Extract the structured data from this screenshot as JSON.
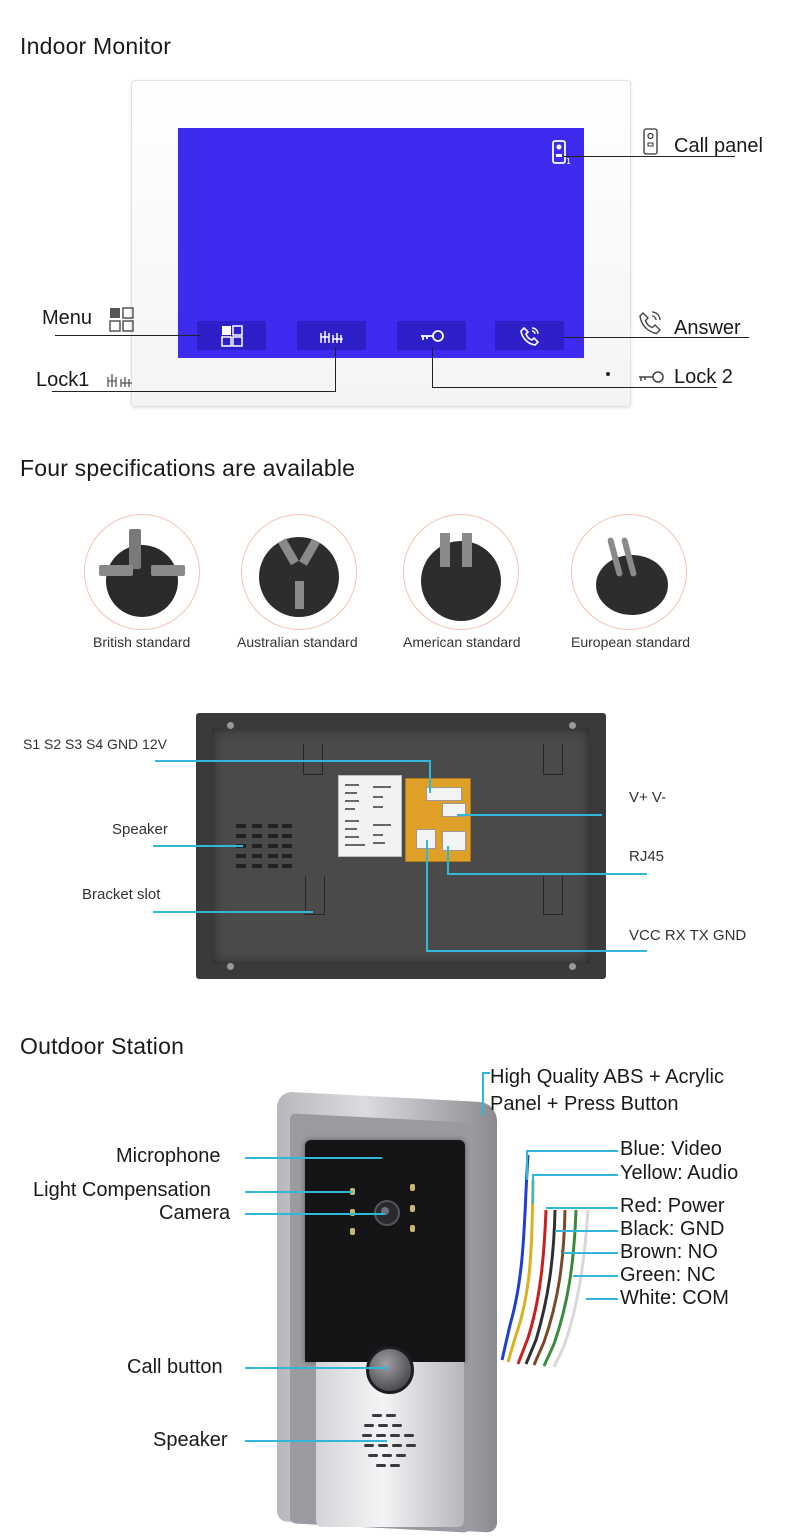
{
  "sections": {
    "indoor_title": "Indoor Monitor",
    "plugs_title": "Four specifications are available",
    "outdoor_title": "Outdoor Station"
  },
  "indoor": {
    "call_panel": "Call panel",
    "menu": "Menu",
    "answer": "Answer",
    "lock1": "Lock1",
    "lock2": "Lock 2"
  },
  "plugs": [
    {
      "label": "British standard"
    },
    {
      "label": "Australian standard"
    },
    {
      "label": "American standard"
    },
    {
      "label": "European standard"
    }
  ],
  "back": {
    "s1_12v": "S1 S2 S3 S4 GND 12V",
    "speaker": "Speaker",
    "bracket": "Bracket slot",
    "vpower": "V+ V-",
    "rj45": "RJ45",
    "vcc": "VCC RX TX GND"
  },
  "outdoor": {
    "abs_line1": "High Quality ABS + Acrylic",
    "abs_line2": "Panel + Press Button",
    "microphone": "Microphone",
    "light": "Light Compensation",
    "camera": "Camera",
    "call_button": "Call button",
    "speaker": "Speaker",
    "wires": [
      {
        "label": "Blue: Video",
        "color": "#1f3fd0"
      },
      {
        "label": "Yellow: Audio",
        "color": "#d8b020"
      },
      {
        "label": "Red: Power",
        "color": "#c82020"
      },
      {
        "label": "Black: GND",
        "color": "#303030"
      },
      {
        "label": "Brown: NO",
        "color": "#7a4a28"
      },
      {
        "label": "Green: NC",
        "color": "#3a8a3a"
      },
      {
        "label": "White: COM",
        "color": "#d8d8d8"
      }
    ]
  },
  "colors": {
    "screen_blue": "#3d2cf0",
    "leader_cyan": "#2fb8d8",
    "plug_ring": "#f0c4b4"
  }
}
